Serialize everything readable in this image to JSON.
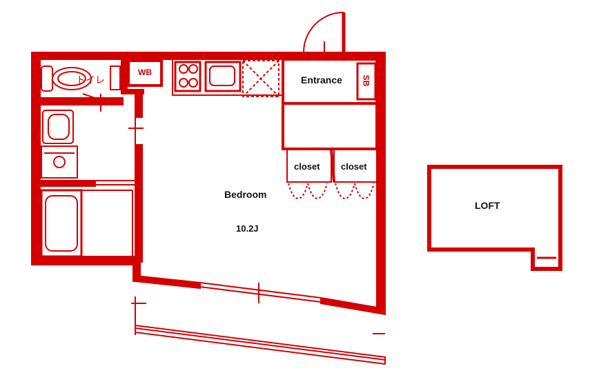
{
  "colors": {
    "wall": "#d40000",
    "fixture": "#d40000",
    "background": "#ffffff",
    "text": "#111111"
  },
  "rooms": {
    "entrance": "Entrance",
    "closet_left": "closet",
    "closet_right": "closet",
    "bedroom": "Bedroom",
    "bedroom_size": "10.2J",
    "loft": "LOFT"
  },
  "fixtures": {
    "toilet": "トイレ",
    "washing_machine": "WB",
    "shoe_box": "SB"
  }
}
